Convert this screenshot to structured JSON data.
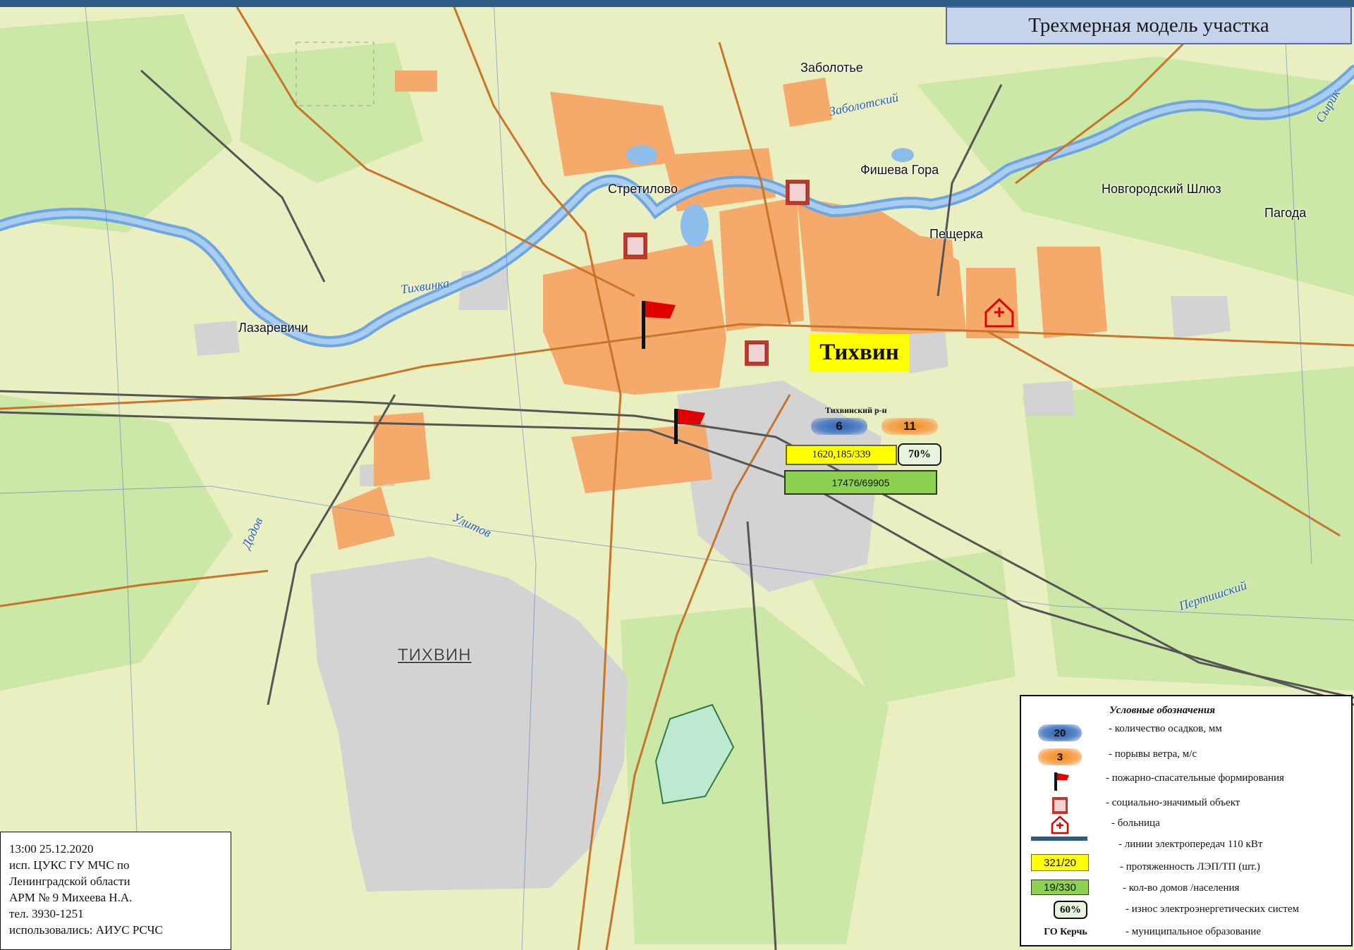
{
  "title": "Трехмерная модель участка",
  "places": {
    "zabolotye": "Заболотье",
    "fisheva_gora": "Фишева Гора",
    "stretilovo": "Стретилово",
    "novgorodsky_shlyuz": "Новгородский Шлюз",
    "pagoda": "Пагода",
    "pescherka": "Пещерка",
    "lazarevichi": "Лазаревичи",
    "tikhvin_map": "ТИХВИН"
  },
  "rivers": {
    "zabolotsky": "Заболотский",
    "tikhvinka": "Тихвинка",
    "syrik": "Сырик",
    "ulitov": "Улитов",
    "dodov": "Додов",
    "pertishsky": "Пертишский"
  },
  "city_label": "Тихвин",
  "district": {
    "name": "Тихвинский р-н",
    "precipitation": "6",
    "wind": "11",
    "power_lines": "1620,185/339",
    "wear": "70%",
    "houses_population": "17476/69905"
  },
  "legend": {
    "title": "Условные обозначения",
    "items": [
      {
        "sample": "20",
        "label": "- количество осадков, мм"
      },
      {
        "sample": "3",
        "label": "- порывы ветра, м/с"
      },
      {
        "sample": "",
        "label": "- пожарно-спасательные формирования"
      },
      {
        "sample": "",
        "label": "- социально-значимый объект"
      },
      {
        "sample": "",
        "label": "- больница"
      },
      {
        "sample": "",
        "label": "- линии электропередач 110 кВт"
      },
      {
        "sample": "321/20",
        "label": "- протяженность ЛЭП/ТП (шт.)"
      },
      {
        "sample": "19/330",
        "label": "- кол-во домов /населения"
      },
      {
        "sample": "60%",
        "label": "- износ электроэнергетических систем"
      },
      {
        "sample": "ГО Керчь",
        "label": "- муниципальное образование"
      }
    ]
  },
  "info": {
    "line1": "13:00 25.12.2020",
    "line2": "исп. ЦУКС ГУ МЧС по",
    "line3": "Ленинградской области",
    "line4": "АРМ № 9 Михеева Н.А.",
    "line5": "тел. 3930-1251",
    "line6": "использовались: АИУС РСЧС"
  },
  "colors": {
    "map_bg": "#e9efc0",
    "forest": "#c8e6a0",
    "urban": "#f5a96a",
    "industrial": "#cfcfcf",
    "water": "#7fb2e6",
    "road": "#c8742a",
    "title_bg": "#c6d3ec",
    "yellow": "#ffff00",
    "green": "#8ed151"
  }
}
